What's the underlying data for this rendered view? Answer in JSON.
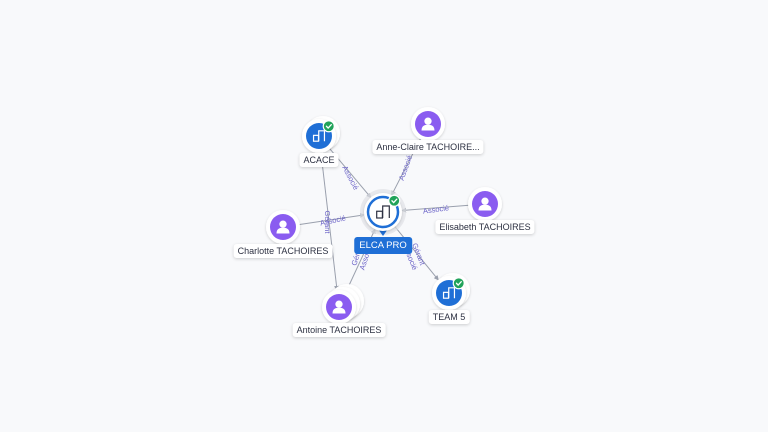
{
  "colors": {
    "person": "#8a5cf0",
    "company": "#1f6fd6",
    "check": "#21a35a",
    "edge": "#9aa0ad",
    "edge_label": "#6b63c8"
  },
  "icons": {
    "person": "person-icon",
    "company": "building-icon",
    "check": "check-badge-icon"
  },
  "nodes": [
    {
      "id": "elca",
      "label": "ELCA PRO",
      "type": "company",
      "center": true,
      "verified": true
    },
    {
      "id": "acace",
      "label": "ACACE",
      "type": "company",
      "verified": true
    },
    {
      "id": "anne",
      "label": "Anne-Claire TACHOIRE...",
      "type": "person"
    },
    {
      "id": "elisabeth",
      "label": "Elisabeth TACHOIRES",
      "type": "person"
    },
    {
      "id": "charlotte",
      "label": "Charlotte TACHOIRES",
      "type": "person"
    },
    {
      "id": "antoine",
      "label": "Antoine TACHOIRES",
      "type": "person"
    },
    {
      "id": "team5",
      "label": "TEAM 5",
      "type": "company",
      "verified": true
    }
  ],
  "edges": [
    {
      "id": "acace-elca",
      "labels": [
        "Associé"
      ]
    },
    {
      "id": "anne-elca",
      "labels": [
        "Associé"
      ]
    },
    {
      "id": "elisabeth-elca",
      "labels": [
        "Associé"
      ]
    },
    {
      "id": "charlotte-elca",
      "labels": [
        "Associé"
      ]
    },
    {
      "id": "antoine-elca",
      "labels": [
        "Gérant",
        "Associé"
      ]
    },
    {
      "id": "elca-team5",
      "labels": [
        "Gérant",
        "Associé"
      ]
    },
    {
      "id": "acace-antoine",
      "labels": [
        "Gérant"
      ]
    }
  ]
}
